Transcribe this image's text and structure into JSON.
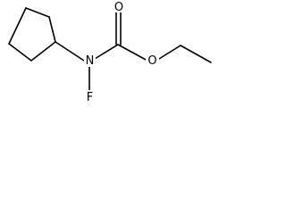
{
  "structure": {
    "atoms": {
      "nitrogen": "N",
      "carbonyl_oxygen": "O",
      "ester_oxygen": "O",
      "fluorine": "F"
    },
    "colors": {
      "bond": "#000000",
      "label": "#000000",
      "background": "#ffffff"
    }
  }
}
